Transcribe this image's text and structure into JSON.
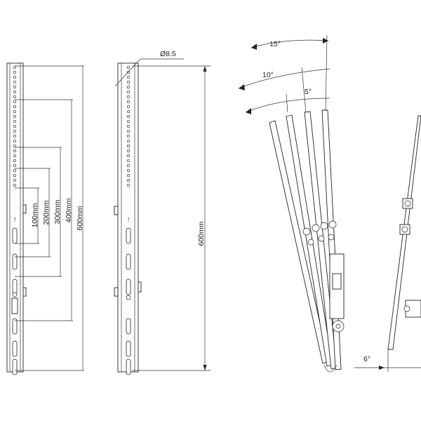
{
  "front_view": {
    "dimensions": [
      "100mm",
      "200mm",
      "300mm",
      "400mm",
      "600mm"
    ]
  },
  "side_view": {
    "hole_diameter": "Ø8.5",
    "height": "600mm"
  },
  "tilt_view": {
    "angles": [
      "15°",
      "10°",
      "5°"
    ]
  },
  "wall_view": {
    "angle": "6°"
  }
}
